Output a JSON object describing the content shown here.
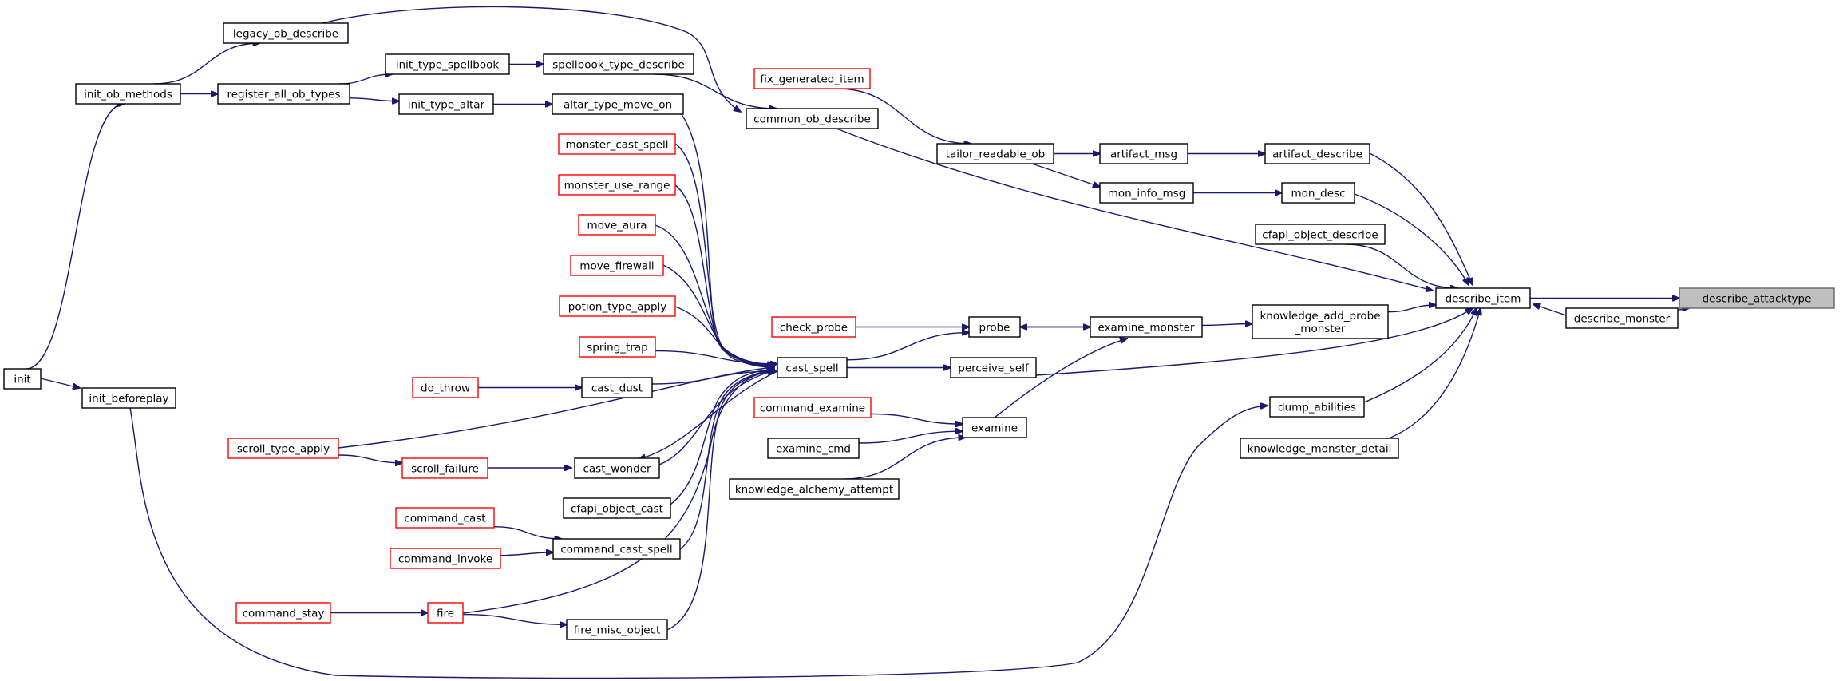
{
  "graph": {
    "title": "",
    "colors": {
      "edge": "#191970",
      "normal_border": "#000000",
      "linked_border": "#ff0000",
      "root_fill": "#bfbfbf"
    },
    "nodes": [
      {
        "id": "describe_attacktype",
        "label": "describe_attacktype",
        "style": "root"
      },
      {
        "id": "describe_item",
        "label": "describe_item",
        "style": "normal"
      },
      {
        "id": "describe_monster",
        "label": "describe_monster",
        "style": "normal"
      },
      {
        "id": "artifact_describe",
        "label": "artifact_describe",
        "style": "normal"
      },
      {
        "id": "mon_desc",
        "label": "mon_desc",
        "style": "normal"
      },
      {
        "id": "cfapi_object_describe",
        "label": "cfapi_object_describe",
        "style": "normal"
      },
      {
        "id": "knowledge_add_probe_monster",
        "label": "knowledge_add_probe\n_monster",
        "style": "normal"
      },
      {
        "id": "dump_abilities",
        "label": "dump_abilities",
        "style": "normal"
      },
      {
        "id": "knowledge_monster_detail",
        "label": "knowledge_monster_detail",
        "style": "normal"
      },
      {
        "id": "artifact_msg",
        "label": "artifact_msg",
        "style": "normal"
      },
      {
        "id": "mon_info_msg",
        "label": "mon_info_msg",
        "style": "normal"
      },
      {
        "id": "examine_monster",
        "label": "examine_monster",
        "style": "normal"
      },
      {
        "id": "tailor_readable_ob",
        "label": "tailor_readable_ob",
        "style": "normal"
      },
      {
        "id": "fix_generated_item",
        "label": "fix_generated_item",
        "style": "linked"
      },
      {
        "id": "common_ob_describe",
        "label": "common_ob_describe",
        "style": "normal"
      },
      {
        "id": "probe",
        "label": "probe",
        "style": "normal"
      },
      {
        "id": "perceive_self",
        "label": "perceive_self",
        "style": "normal"
      },
      {
        "id": "examine",
        "label": "examine",
        "style": "normal"
      },
      {
        "id": "check_probe",
        "label": "check_probe",
        "style": "linked"
      },
      {
        "id": "cast_spell",
        "label": "cast_spell",
        "style": "normal"
      },
      {
        "id": "command_examine",
        "label": "command_examine",
        "style": "linked"
      },
      {
        "id": "examine_cmd",
        "label": "examine_cmd",
        "style": "normal"
      },
      {
        "id": "knowledge_alchemy_attempt",
        "label": "knowledge_alchemy_attempt",
        "style": "normal"
      },
      {
        "id": "spellbook_type_describe",
        "label": "spellbook_type_describe",
        "style": "normal"
      },
      {
        "id": "altar_type_move_on",
        "label": "altar_type_move_on",
        "style": "normal"
      },
      {
        "id": "monster_cast_spell",
        "label": "monster_cast_spell",
        "style": "linked"
      },
      {
        "id": "monster_use_range",
        "label": "monster_use_range",
        "style": "linked"
      },
      {
        "id": "move_aura",
        "label": "move_aura",
        "style": "linked"
      },
      {
        "id": "move_firewall",
        "label": "move_firewall",
        "style": "linked"
      },
      {
        "id": "potion_type_apply",
        "label": "potion_type_apply",
        "style": "linked"
      },
      {
        "id": "spring_trap",
        "label": "spring_trap",
        "style": "linked"
      },
      {
        "id": "cast_dust",
        "label": "cast_dust",
        "style": "normal"
      },
      {
        "id": "cast_wonder",
        "label": "cast_wonder",
        "style": "normal"
      },
      {
        "id": "cfapi_object_cast",
        "label": "cfapi_object_cast",
        "style": "normal"
      },
      {
        "id": "command_cast_spell",
        "label": "command_cast_spell",
        "style": "normal"
      },
      {
        "id": "fire_misc_object",
        "label": "fire_misc_object",
        "style": "normal"
      },
      {
        "id": "init_type_spellbook",
        "label": "init_type_spellbook",
        "style": "normal"
      },
      {
        "id": "init_type_altar",
        "label": "init_type_altar",
        "style": "normal"
      },
      {
        "id": "legacy_ob_describe",
        "label": "legacy_ob_describe",
        "style": "normal"
      },
      {
        "id": "register_all_ob_types",
        "label": "register_all_ob_types",
        "style": "normal"
      },
      {
        "id": "do_throw",
        "label": "do_throw",
        "style": "linked"
      },
      {
        "id": "scroll_failure",
        "label": "scroll_failure",
        "style": "linked"
      },
      {
        "id": "command_cast",
        "label": "command_cast",
        "style": "linked"
      },
      {
        "id": "command_invoke",
        "label": "command_invoke",
        "style": "linked"
      },
      {
        "id": "fire",
        "label": "fire",
        "style": "linked"
      },
      {
        "id": "command_stay",
        "label": "command_stay",
        "style": "linked"
      },
      {
        "id": "scroll_type_apply",
        "label": "scroll_type_apply",
        "style": "linked"
      },
      {
        "id": "init_ob_methods",
        "label": "init_ob_methods",
        "style": "normal"
      },
      {
        "id": "init_beforeplay",
        "label": "init_beforeplay",
        "style": "normal"
      },
      {
        "id": "init",
        "label": "init",
        "style": "normal"
      }
    ],
    "edges": [
      {
        "from": "describe_item",
        "to": "describe_attacktype"
      },
      {
        "from": "describe_monster",
        "to": "describe_attacktype"
      },
      {
        "from": "describe_monster",
        "to": "describe_item"
      },
      {
        "from": "artifact_describe",
        "to": "describe_item"
      },
      {
        "from": "mon_desc",
        "to": "describe_item"
      },
      {
        "from": "cfapi_object_describe",
        "to": "describe_item"
      },
      {
        "from": "knowledge_add_probe_monster",
        "to": "describe_item"
      },
      {
        "from": "dump_abilities",
        "to": "describe_item"
      },
      {
        "from": "knowledge_monster_detail",
        "to": "describe_item"
      },
      {
        "from": "common_ob_describe",
        "to": "describe_item"
      },
      {
        "from": "perceive_self",
        "to": "describe_item"
      },
      {
        "from": "artifact_msg",
        "to": "artifact_describe"
      },
      {
        "from": "mon_info_msg",
        "to": "mon_desc"
      },
      {
        "from": "tailor_readable_ob",
        "to": "artifact_msg"
      },
      {
        "from": "tailor_readable_ob",
        "to": "mon_info_msg"
      },
      {
        "from": "fix_generated_item",
        "to": "tailor_readable_ob"
      },
      {
        "from": "examine_monster",
        "to": "knowledge_add_probe_monster"
      },
      {
        "from": "examine_monster",
        "to": "probe"
      },
      {
        "from": "probe",
        "to": "examine_monster"
      },
      {
        "from": "examine",
        "to": "examine_monster"
      },
      {
        "from": "check_probe",
        "to": "probe"
      },
      {
        "from": "cast_spell",
        "to": "probe"
      },
      {
        "from": "cast_spell",
        "to": "perceive_self"
      },
      {
        "from": "command_examine",
        "to": "examine"
      },
      {
        "from": "examine_cmd",
        "to": "examine"
      },
      {
        "from": "knowledge_alchemy_attempt",
        "to": "examine"
      },
      {
        "from": "spellbook_type_describe",
        "to": "common_ob_describe"
      },
      {
        "from": "legacy_ob_describe",
        "to": "common_ob_describe"
      },
      {
        "from": "init_type_spellbook",
        "to": "spellbook_type_describe"
      },
      {
        "from": "init_type_altar",
        "to": "altar_type_move_on"
      },
      {
        "from": "register_all_ob_types",
        "to": "init_type_spellbook"
      },
      {
        "from": "register_all_ob_types",
        "to": "init_type_altar"
      },
      {
        "from": "init_ob_methods",
        "to": "register_all_ob_types"
      },
      {
        "from": "init_ob_methods",
        "to": "legacy_ob_describe"
      },
      {
        "from": "init",
        "to": "init_ob_methods"
      },
      {
        "from": "init",
        "to": "init_beforeplay"
      },
      {
        "from": "init_beforeplay",
        "to": "dump_abilities"
      },
      {
        "from": "altar_type_move_on",
        "to": "cast_spell"
      },
      {
        "from": "monster_cast_spell",
        "to": "cast_spell"
      },
      {
        "from": "monster_use_range",
        "to": "cast_spell"
      },
      {
        "from": "move_aura",
        "to": "cast_spell"
      },
      {
        "from": "move_firewall",
        "to": "cast_spell"
      },
      {
        "from": "potion_type_apply",
        "to": "cast_spell"
      },
      {
        "from": "spring_trap",
        "to": "cast_spell"
      },
      {
        "from": "cast_dust",
        "to": "cast_spell"
      },
      {
        "from": "scroll_type_apply",
        "to": "cast_spell"
      },
      {
        "from": "cast_wonder",
        "to": "cast_spell"
      },
      {
        "from": "cast_spell",
        "to": "cast_wonder"
      },
      {
        "from": "cfapi_object_cast",
        "to": "cast_spell"
      },
      {
        "from": "command_cast_spell",
        "to": "cast_spell"
      },
      {
        "from": "fire",
        "to": "cast_spell"
      },
      {
        "from": "fire_misc_object",
        "to": "cast_spell"
      },
      {
        "from": "do_throw",
        "to": "cast_dust"
      },
      {
        "from": "scroll_failure",
        "to": "cast_wonder"
      },
      {
        "from": "scroll_type_apply",
        "to": "scroll_failure"
      },
      {
        "from": "command_cast",
        "to": "command_cast_spell"
      },
      {
        "from": "command_invoke",
        "to": "command_cast_spell"
      },
      {
        "from": "command_stay",
        "to": "fire"
      },
      {
        "from": "fire",
        "to": "fire_misc_object"
      }
    ]
  }
}
